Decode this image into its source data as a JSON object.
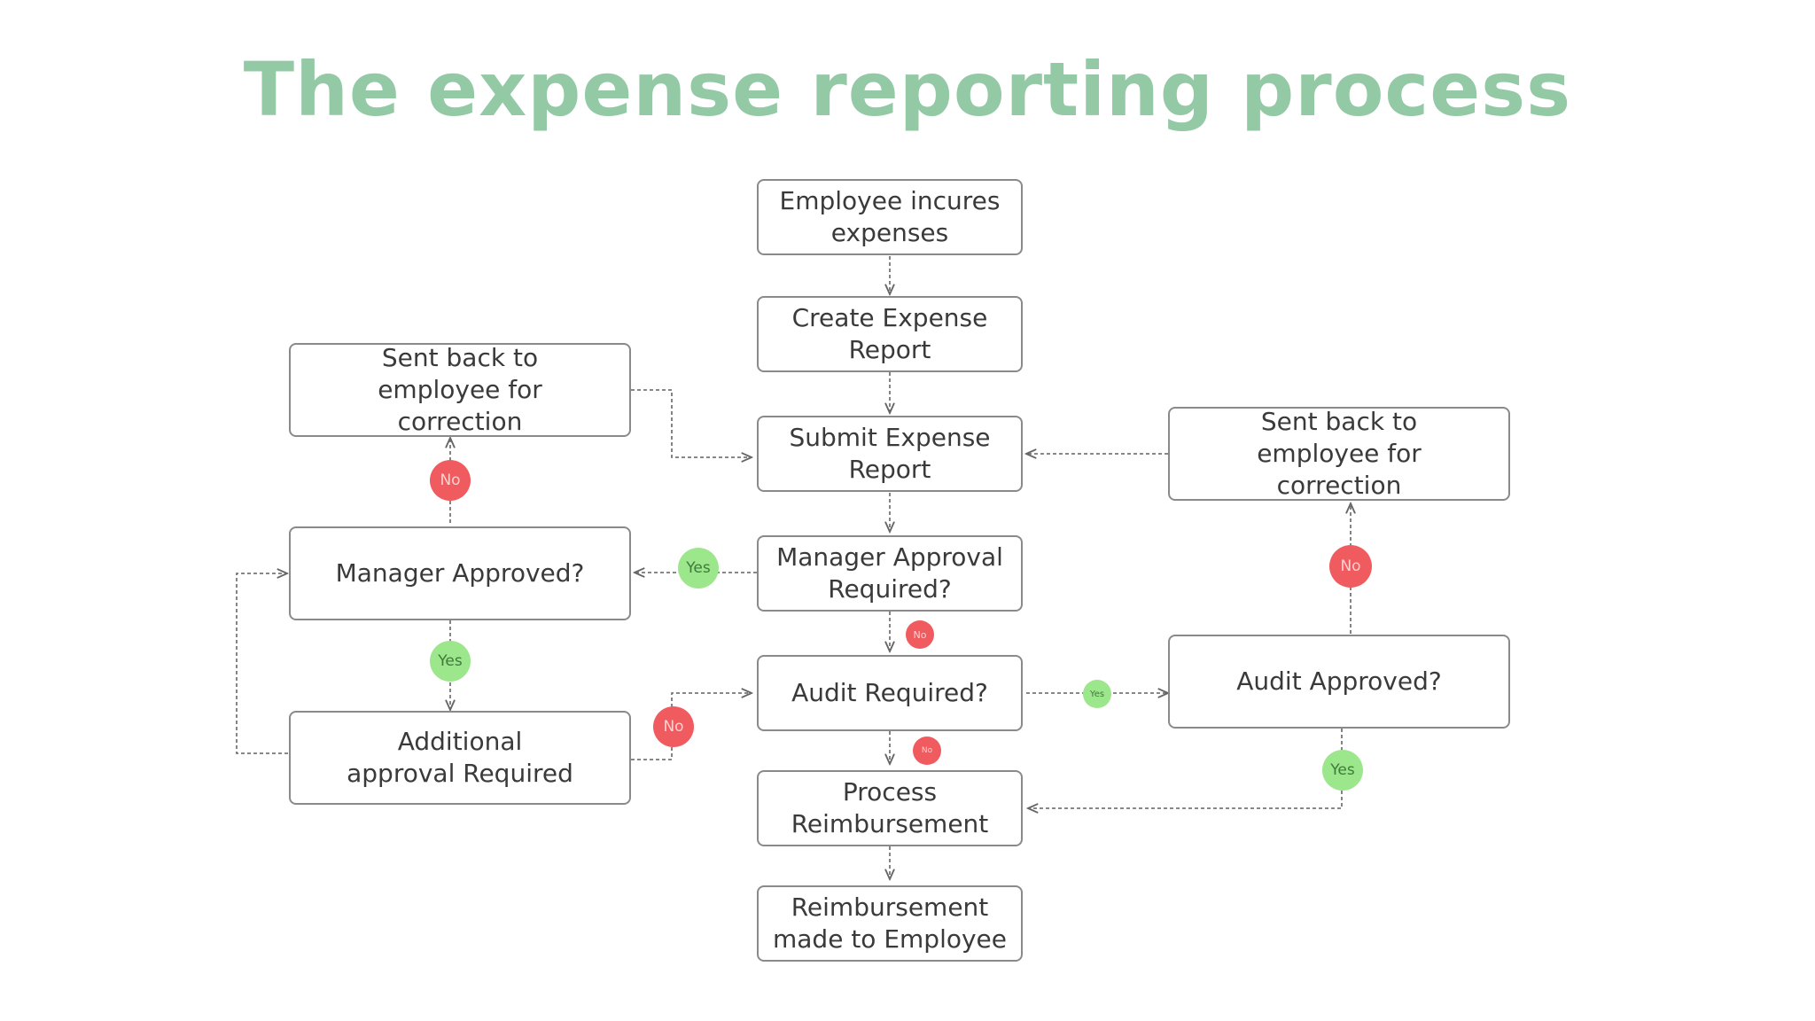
{
  "title": "The expense reporting process",
  "nodes": {
    "employee_incurs": "Employee incures expenses",
    "create_report": "Create Expense Report",
    "submit_report": "Submit Expense Report",
    "manager_approval_required": "Manager Approval Required?",
    "audit_required": "Audit Required?",
    "process_reimbursement": "Process Reimbursement",
    "reimbursement_made": "Reimbursement made to Employee",
    "sent_back_left": "Sent back to employee for correction",
    "manager_approved": "Manager Approved?",
    "additional_approval": "Additional approval Required",
    "sent_back_right": "Sent back to employee for correction",
    "audit_approved": "Audit Approved?"
  },
  "badges": {
    "no": "No",
    "yes": "Yes"
  },
  "colors": {
    "title": "#93c9a5",
    "no_badge": "#ef5b5e",
    "yes_badge": "#9ce68c",
    "box_border": "#8a8a8a",
    "connector": "#777777"
  }
}
